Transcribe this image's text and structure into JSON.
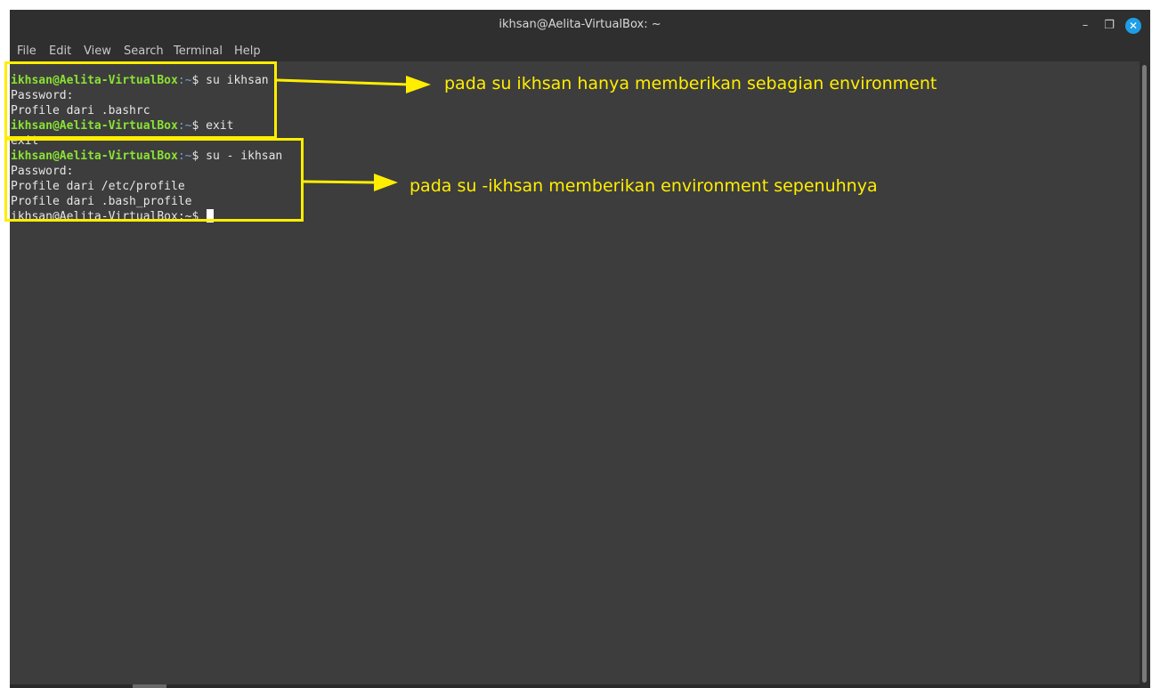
{
  "window": {
    "title": "ikhsan@Aelita-VirtualBox: ~",
    "controls": {
      "minimize": "–",
      "maximize": "❐",
      "close": "✕"
    }
  },
  "menu": [
    "File",
    "Edit",
    "View",
    "Search",
    "Terminal",
    "Help"
  ],
  "terminal": {
    "prompt_user": "ikhsan@Aelita-VirtualBox",
    "prompt_path_sep": ":~",
    "prompt_dollar": "$ ",
    "lines": [
      {
        "type": "prompt",
        "command": "su ikhsan"
      },
      {
        "type": "output",
        "text": "Password:"
      },
      {
        "type": "output",
        "text": "Profile dari .bashrc"
      },
      {
        "type": "prompt",
        "command": "exit"
      },
      {
        "type": "output",
        "text": "exit"
      },
      {
        "type": "prompt",
        "command": "su - ikhsan"
      },
      {
        "type": "output",
        "text": "Password:"
      },
      {
        "type": "output",
        "text": "Profile dari /etc/profile"
      },
      {
        "type": "output",
        "text": "Profile dari .bash_profile"
      },
      {
        "type": "plain_prompt",
        "text": "ikhsan@Aelita-VirtualBox:~$ "
      }
    ]
  },
  "annotations": {
    "first": "pada su ikhsan hanya memberikan sebagian environment",
    "second": "pada su -ikhsan memberikan environment sepenuhnya"
  },
  "colors": {
    "highlight": "#ffee00",
    "prompt_user": "#8ae234",
    "prompt_path": "#729fcf",
    "terminal_bg": "#3d3d3d",
    "close_button": "#1e9ee6"
  }
}
